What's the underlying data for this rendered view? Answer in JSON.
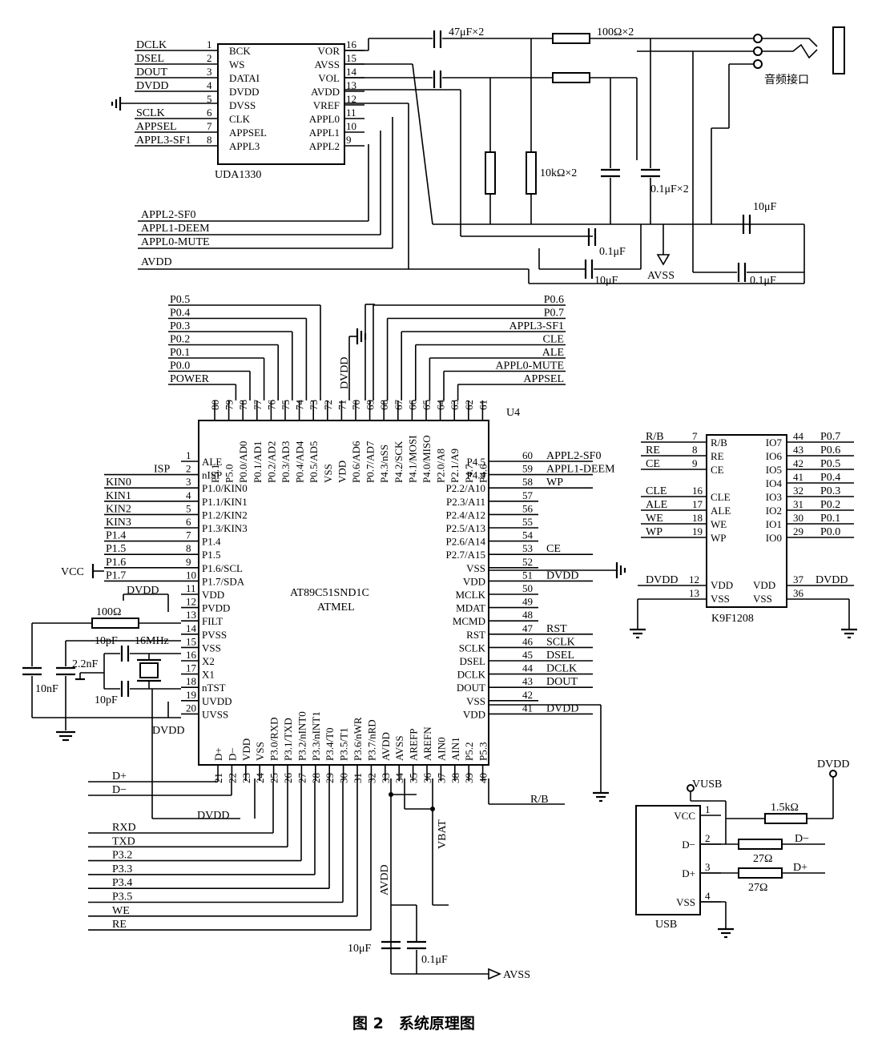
{
  "uda": {
    "name": "UDA1330",
    "left_pins": [
      {
        "net": "DCLK",
        "num": "1",
        "name": "BCK"
      },
      {
        "net": "DSEL",
        "num": "2",
        "name": "WS"
      },
      {
        "net": "DOUT",
        "num": "3",
        "name": "DATAI"
      },
      {
        "net": "DVDD",
        "num": "4",
        "name": "DVDD"
      },
      {
        "net": "",
        "num": "5",
        "name": "DVSS"
      },
      {
        "net": "SCLK",
        "num": "6",
        "name": "CLK"
      },
      {
        "net": "APPSEL",
        "num": "7",
        "name": "APPSEL"
      },
      {
        "net": "APPL3-SF1",
        "num": "8",
        "name": "APPL3"
      }
    ],
    "right_pins": [
      {
        "num": "16",
        "name": "VOR"
      },
      {
        "num": "15",
        "name": "AVSS"
      },
      {
        "num": "14",
        "name": "VOL"
      },
      {
        "num": "13",
        "name": "AVDD"
      },
      {
        "num": "12",
        "name": "VREF"
      },
      {
        "num": "11",
        "name": "APPL0"
      },
      {
        "num": "10",
        "name": "APPL1"
      },
      {
        "num": "9",
        "name": "APPL2"
      }
    ],
    "bottom_nets": [
      "APPL2-SF0",
      "APPL1-DEEM",
      "APPL0-MUTE",
      "AVDD"
    ]
  },
  "audio": {
    "c_out": "47μF×2",
    "r_out": "100Ω×2",
    "r_load": "10kΩ×2",
    "c_filter": "0.1μF×2",
    "jack": "音频接口",
    "c1": "10μF",
    "c2": "0.1μF",
    "c3": "10μF",
    "c4": "0.1μF",
    "avss": "AVSS"
  },
  "mcu": {
    "ref": "U4",
    "name": "AT89C51SND1C",
    "maker": "ATMEL",
    "dvdd_top": "DVDD",
    "top_nets_left": [
      "P0.5",
      "P0.4",
      "P0.3",
      "P0.2",
      "P0.1",
      "P0.0",
      "POWER"
    ],
    "top_nets_right": [
      "P0.6",
      "P0.7",
      "APPL3-SF1",
      "CLE",
      "ALE",
      "APPL0-MUTE",
      "APPSEL"
    ],
    "top_pins": [
      {
        "num": "80",
        "name": "P5.1"
      },
      {
        "num": "79",
        "name": "P5.0"
      },
      {
        "num": "78",
        "name": "P0.0/AD0"
      },
      {
        "num": "77",
        "name": "P0.1/AD1"
      },
      {
        "num": "76",
        "name": "P0.2/AD2"
      },
      {
        "num": "75",
        "name": "P0.3/AD3"
      },
      {
        "num": "74",
        "name": "P0.4/AD4"
      },
      {
        "num": "73",
        "name": "P0.5/AD5"
      },
      {
        "num": "72",
        "name": "VSS"
      },
      {
        "num": "71",
        "name": "VDD"
      },
      {
        "num": "70",
        "name": "P0.6/AD6"
      },
      {
        "num": "69",
        "name": "P0.7/AD7"
      },
      {
        "num": "68",
        "name": "P4.3/nSS"
      },
      {
        "num": "67",
        "name": "P4.2/SCK"
      },
      {
        "num": "66",
        "name": "P4.1/MOSI"
      },
      {
        "num": "65",
        "name": "P4.0/MISO"
      },
      {
        "num": "64",
        "name": "P2.0/A8"
      },
      {
        "num": "63",
        "name": "P2.1/A9"
      },
      {
        "num": "62",
        "name": "P4.7"
      },
      {
        "num": "61",
        "name": "P4.6"
      }
    ],
    "left_pins": [
      {
        "num": "1",
        "name": "ALE",
        "net": ""
      },
      {
        "num": "2",
        "name": "nISP",
        "net": "ISP"
      },
      {
        "num": "3",
        "name": "P1.0/KIN0",
        "net": "KIN0"
      },
      {
        "num": "4",
        "name": "P1.1/KIN1",
        "net": "KIN1"
      },
      {
        "num": "5",
        "name": "P1.2/KIN2",
        "net": "KIN2"
      },
      {
        "num": "6",
        "name": "P1.3/KIN3",
        "net": "KIN3"
      },
      {
        "num": "7",
        "name": "P1.4",
        "net": "P1.4"
      },
      {
        "num": "8",
        "name": "P1.5",
        "net": "P1.5"
      },
      {
        "num": "9",
        "name": "P1.6/SCL",
        "net": "P1.6"
      },
      {
        "num": "10",
        "name": "P1.7/SDA",
        "net": "P1.7"
      },
      {
        "num": "11",
        "name": "VDD",
        "net": ""
      },
      {
        "num": "12",
        "name": "PVDD",
        "net": ""
      },
      {
        "num": "13",
        "name": "FILT",
        "net": ""
      },
      {
        "num": "14",
        "name": "PVSS",
        "net": ""
      },
      {
        "num": "15",
        "name": "VSS",
        "net": ""
      },
      {
        "num": "16",
        "name": "X2",
        "net": ""
      },
      {
        "num": "17",
        "name": "X1",
        "net": ""
      },
      {
        "num": "18",
        "name": "nTST",
        "net": ""
      },
      {
        "num": "19",
        "name": "UVDD",
        "net": ""
      },
      {
        "num": "20",
        "name": "UVSS",
        "net": ""
      }
    ],
    "right_pins": [
      {
        "num": "60",
        "name": "P4.5",
        "net": "APPL2-SF0"
      },
      {
        "num": "59",
        "name": "P4.4",
        "net": "APPL1-DEEM"
      },
      {
        "num": "58",
        "name": "P2.2/A10",
        "net": "WP"
      },
      {
        "num": "57",
        "name": "P2.3/A11",
        "net": ""
      },
      {
        "num": "56",
        "name": "P2.4/A12",
        "net": ""
      },
      {
        "num": "55",
        "name": "P2.5/A13",
        "net": ""
      },
      {
        "num": "54",
        "name": "P2.6/A14",
        "net": ""
      },
      {
        "num": "53",
        "name": "P2.7/A15",
        "net": "CE"
      },
      {
        "num": "52",
        "name": "VSS",
        "net": ""
      },
      {
        "num": "51",
        "name": "VDD",
        "net": "DVDD"
      },
      {
        "num": "50",
        "name": "MCLK",
        "net": ""
      },
      {
        "num": "49",
        "name": "MDAT",
        "net": ""
      },
      {
        "num": "48",
        "name": "MCMD",
        "net": ""
      },
      {
        "num": "47",
        "name": "RST",
        "net": "RST"
      },
      {
        "num": "46",
        "name": "SCLK",
        "net": "SCLK"
      },
      {
        "num": "45",
        "name": "DSEL",
        "net": "DSEL"
      },
      {
        "num": "44",
        "name": "DCLK",
        "net": "DCLK"
      },
      {
        "num": "43",
        "name": "DOUT",
        "net": "DOUT"
      },
      {
        "num": "42",
        "name": "VSS",
        "net": ""
      },
      {
        "num": "41",
        "name": "VDD",
        "net": "DVDD"
      }
    ],
    "bottom_pins": [
      {
        "num": "21",
        "name": "D+"
      },
      {
        "num": "22",
        "name": "D−"
      },
      {
        "num": "23",
        "name": "VDD"
      },
      {
        "num": "24",
        "name": "VSS"
      },
      {
        "num": "25",
        "name": "P3.0/RXD"
      },
      {
        "num": "26",
        "name": "P3.1/TXD"
      },
      {
        "num": "27",
        "name": "P3.2/nINT0"
      },
      {
        "num": "28",
        "name": "P3.3/nINT1"
      },
      {
        "num": "29",
        "name": "P3.4/T0"
      },
      {
        "num": "30",
        "name": "P3.5/T1"
      },
      {
        "num": "31",
        "name": "P3.6/nWR"
      },
      {
        "num": "32",
        "name": "P3.7/nRD"
      },
      {
        "num": "33",
        "name": "AVDD"
      },
      {
        "num": "34",
        "name": "AVSS"
      },
      {
        "num": "35",
        "name": "AREFP"
      },
      {
        "num": "36",
        "name": "AREFN"
      },
      {
        "num": "37",
        "name": "AIN0"
      },
      {
        "num": "38",
        "name": "AIN1"
      },
      {
        "num": "39",
        "name": "P5.2"
      },
      {
        "num": "40",
        "name": "P5.3"
      }
    ],
    "bottom_nets": [
      "D+",
      "D−",
      "RXD",
      "TXD",
      "P3.2",
      "P3.3",
      "P3.4",
      "P3.5",
      "WE",
      "RE"
    ],
    "dvdd_bottom": "DVDD",
    "rb_net": "R/B",
    "vbat": "VBAT",
    "avdd_label": "AVDD",
    "vcc": "VCC",
    "dvdd_left": "DVDD",
    "dvdd_19": "DVDD",
    "r_filt": "100Ω",
    "c_2n2": "2.2nF",
    "c_10n": "10nF",
    "c_x1": "10pF",
    "c_x2": "10pF",
    "xtal": "16MHz",
    "avdd_c1": "10μF",
    "avdd_c2": "0.1μF",
    "avss": "AVSS"
  },
  "flash": {
    "name": "K9F1208",
    "left_pins": [
      {
        "net": "R/B",
        "num": "7",
        "name": "R/B"
      },
      {
        "net": "RE",
        "num": "8",
        "name": "RE"
      },
      {
        "net": "CE",
        "num": "9",
        "name": "CE"
      },
      {
        "net": "CLE",
        "num": "16",
        "name": "CLE"
      },
      {
        "net": "ALE",
        "num": "17",
        "name": "ALE"
      },
      {
        "net": "WE",
        "num": "18",
        "name": "WE"
      },
      {
        "net": "WP",
        "num": "19",
        "name": "WP"
      }
    ],
    "right_pins": [
      {
        "net": "P0.7",
        "num": "44",
        "name": "IO7"
      },
      {
        "net": "P0.6",
        "num": "43",
        "name": "IO6"
      },
      {
        "net": "P0.5",
        "num": "42",
        "name": "IO5"
      },
      {
        "net": "P0.4",
        "num": "41",
        "name": "IO4"
      },
      {
        "net": "P0.3",
        "num": "32",
        "name": "IO3"
      },
      {
        "net": "P0.2",
        "num": "31",
        "name": "IO2"
      },
      {
        "net": "P0.1",
        "num": "30",
        "name": "IO1"
      },
      {
        "net": "P0.0",
        "num": "29",
        "name": "IO0"
      }
    ],
    "vdd_left": {
      "net": "DVDD",
      "num": "12",
      "name": "VDD"
    },
    "vss_left": {
      "num": "13",
      "name": "VSS"
    },
    "vdd_right": {
      "net": "DVDD",
      "num": "37",
      "name": "VDD"
    },
    "vss_right": {
      "num": "36",
      "name": "VSS"
    }
  },
  "usb": {
    "name": "USB",
    "vusb": "VUSB",
    "dvdd": "DVDD",
    "pins": [
      {
        "num": "1",
        "name": "VCC"
      },
      {
        "num": "2",
        "name": "D−"
      },
      {
        "num": "3",
        "name": "D+"
      },
      {
        "num": "4",
        "name": "VSS"
      }
    ],
    "r_pull": "1.5kΩ",
    "r_dm": "27Ω",
    "r_dp": "27Ω",
    "net_dm": "D−",
    "net_dp": "D+"
  },
  "caption": "图 2　系统原理图"
}
